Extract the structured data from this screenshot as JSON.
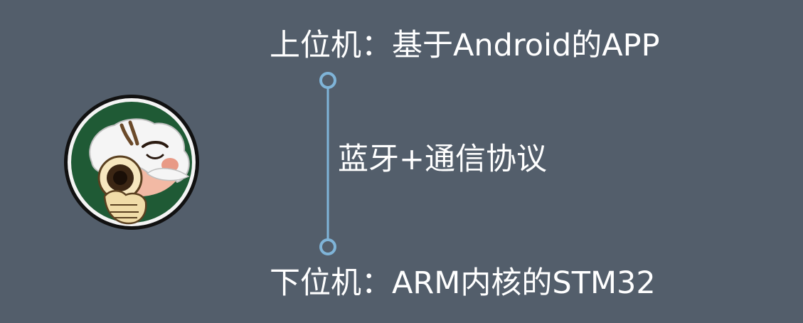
{
  "upper_node": {
    "label": "上位机：基于Android的APP"
  },
  "link": {
    "label": "蓝牙+通信协议"
  },
  "lower_node": {
    "label": "下位机：ARM内核的STM32"
  },
  "colors": {
    "background": "#535e6b",
    "connector": "#7fb4d8",
    "text": "#ffffff",
    "logo_ring": "#1f5a35"
  },
  "logo": {
    "icon": "cowboy-gunman-logo"
  }
}
